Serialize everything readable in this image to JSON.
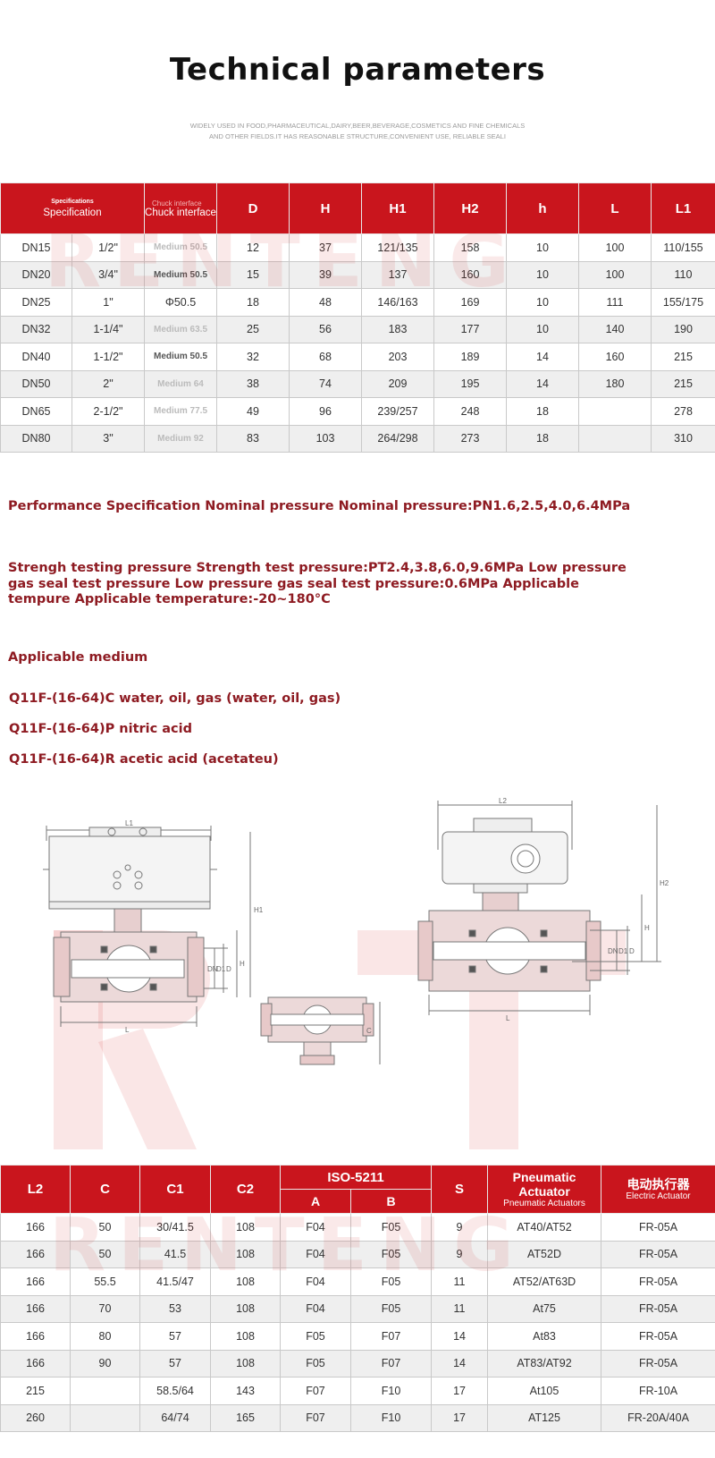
{
  "page": {
    "title": "Technical parameters",
    "subtitle_line1": "WIDELY USED IN FOOD,PHARMACEUTICAL,DAIRY,BEER,BEVERAGE,COSMETICS AND FINE CHEMICALS",
    "subtitle_line2": "AND OTHER FIELDS.IT HAS REASONABLE STRUCTURE,CONVENIENT USE, RELIABLE SEALI",
    "watermark": "RENTENG"
  },
  "table1": {
    "spec_small": "Specifications",
    "spec_main": "Specification",
    "chuck_small": "Chuck interface",
    "chuck_main": "Chuck interface",
    "headers": [
      "D",
      "H",
      "H1",
      "H2",
      "h",
      "L",
      "L1"
    ],
    "rows": [
      {
        "dn": "DN15",
        "inch": "1/2\"",
        "chuck": "Medium 50.5",
        "chuck_style": "faint",
        "D": "12",
        "H": "37",
        "H1": "121/135",
        "H2": "158",
        "h": "10",
        "L": "100",
        "L1": "110/155"
      },
      {
        "dn": "DN20",
        "inch": "3/4\"",
        "chuck": "Medium 50.5",
        "chuck_style": "dark",
        "D": "15",
        "H": "39",
        "H1": "137",
        "H2": "160",
        "h": "10",
        "L": "100",
        "L1": "110"
      },
      {
        "dn": "DN25",
        "inch": "1\"",
        "chuck": "Φ50.5",
        "chuck_style": "plain",
        "D": "18",
        "H": "48",
        "H1": "146/163",
        "H2": "169",
        "h": "10",
        "L": "111",
        "L1": "155/175"
      },
      {
        "dn": "DN32",
        "inch": "1-1/4\"",
        "chuck": "Medium 63.5",
        "chuck_style": "faint",
        "D": "25",
        "H": "56",
        "H1": "183",
        "H2": "177",
        "h": "10",
        "L": "140",
        "L1": "190"
      },
      {
        "dn": "DN40",
        "inch": "1-1/2\"",
        "chuck": "Medium 50.5",
        "chuck_style": "dark",
        "D": "32",
        "H": "68",
        "H1": "203",
        "H2": "189",
        "h": "14",
        "L": "160",
        "L1": "215"
      },
      {
        "dn": "DN50",
        "inch": "2\"",
        "chuck": "Medium 64",
        "chuck_style": "faint",
        "D": "38",
        "H": "74",
        "H1": "209",
        "H2": "195",
        "h": "14",
        "L": "180",
        "L1": "215"
      },
      {
        "dn": "DN65",
        "inch": "2-1/2\"",
        "chuck": "Medium 77.5",
        "chuck_style": "faint",
        "D": "49",
        "H": "96",
        "H1": "239/257",
        "H2": "248",
        "h": "18",
        "L": "",
        "L1": "278"
      },
      {
        "dn": "DN80",
        "inch": "3\"",
        "chuck": "Medium 92",
        "chuck_style": "faint",
        "D": "83",
        "H": "103",
        "H1": "264/298",
        "H2": "273",
        "h": "18",
        "L": "",
        "L1": "310"
      }
    ]
  },
  "specs": {
    "performance": "Performance Specification Nominal pressure Nominal pressure:PN1.6,2.5,4.0,6.4MPa",
    "strength": "Strengh testing pressure Strength test pressure:PT2.4,3.8,6.0,9.6MPa Low pressure gas seal test pressure Low pressure gas seal test pressure:0.6MPa Applicable tempure Applicable temperature:-20~180°C",
    "medium_title": "Applicable medium",
    "media": [
      "Q11F-(16-64)C water, oil, gas (water, oil, gas)",
      "Q11F-(16-64)P nitric acid",
      "Q11F-(16-64)R acetic acid (acetateu)"
    ]
  },
  "drawing": {
    "labels": {
      "L1": "L1",
      "L2": "L2",
      "H1": "H1",
      "H2": "H2",
      "H": "H",
      "L": "L",
      "DN": "DN",
      "D1": "D1",
      "D": "D",
      "C": "C"
    }
  },
  "table2": {
    "headers": {
      "L2": "L2",
      "C": "C",
      "C1": "C1",
      "C2": "C2",
      "iso": "ISO-5211",
      "A": "A",
      "B": "B",
      "S": "S",
      "pneu_main": "Pneumatic Actuator",
      "pneu_sub": "Pneumatic Actuators",
      "elec_main": "电动执行器",
      "elec_sub": "Electric Actuator"
    },
    "rows": [
      {
        "L2": "166",
        "C": "50",
        "C1": "30/41.5",
        "C2": "108",
        "A": "F04",
        "B": "F05",
        "S": "9",
        "pneu": "AT40/AT52",
        "elec": "FR-05A"
      },
      {
        "L2": "166",
        "C": "50",
        "C1": "41.5",
        "C2": "108",
        "A": "F04",
        "B": "F05",
        "S": "9",
        "pneu": "AT52D",
        "elec": "FR-05A"
      },
      {
        "L2": "166",
        "C": "55.5",
        "C1": "41.5/47",
        "C2": "108",
        "A": "F04",
        "B": "F05",
        "S": "11",
        "pneu": "AT52/AT63D",
        "elec": "FR-05A"
      },
      {
        "L2": "166",
        "C": "70",
        "C1": "53",
        "C2": "108",
        "A": "F04",
        "B": "F05",
        "S": "11",
        "pneu": "At75",
        "elec": "FR-05A"
      },
      {
        "L2": "166",
        "C": "80",
        "C1": "57",
        "C2": "108",
        "A": "F05",
        "B": "F07",
        "S": "14",
        "pneu": "At83",
        "elec": "FR-05A"
      },
      {
        "L2": "166",
        "C": "90",
        "C1": "57",
        "C2": "108",
        "A": "F05",
        "B": "F07",
        "S": "14",
        "pneu": "AT83/AT92",
        "elec": "FR-05A"
      },
      {
        "L2": "215",
        "C": "",
        "C1": "58.5/64",
        "C2": "143",
        "A": "F07",
        "B": "F10",
        "S": "17",
        "pneu": "At105",
        "elec": "FR-10A"
      },
      {
        "L2": "260",
        "C": "",
        "C1": "64/74",
        "C2": "165",
        "A": "F07",
        "B": "F10",
        "S": "17",
        "pneu": "AT125",
        "elec": "FR-20A/40A"
      }
    ]
  }
}
